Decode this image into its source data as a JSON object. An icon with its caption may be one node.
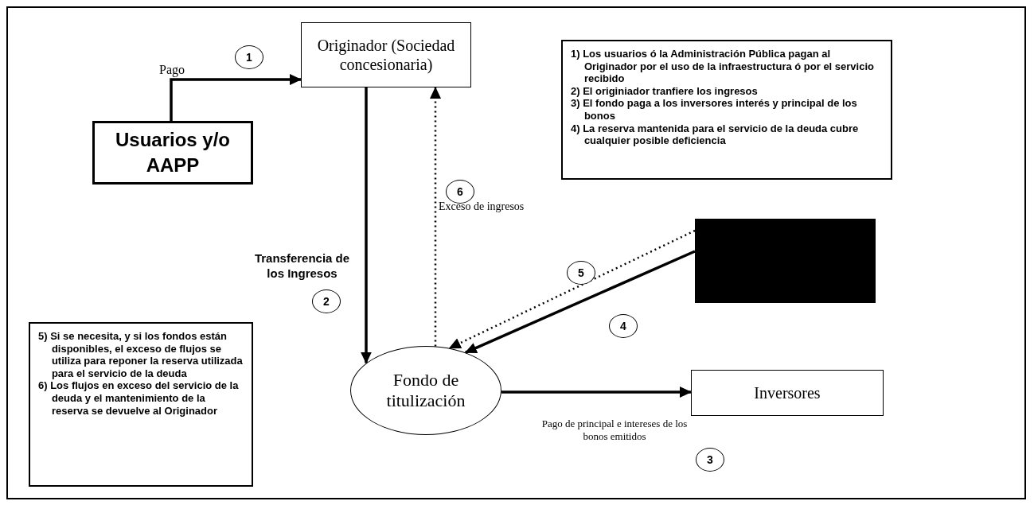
{
  "diagram": {
    "nodes": [
      {
        "text": [
          "Originador (Sociedad concesionaria)"
        ]
      },
      {
        "text": [
          "Usuarios y/o AAPP"
        ]
      },
      {
        "text": [
          "1) Los usuarios ó la Administración Pública pagan al Originador por el uso de la infraestructura ó por el servicio recibido",
          "2) El originiador tranfiere los ingresos",
          "3) El fondo paga a los inversores interés y principal de los bonos",
          "4) La reserva mantenida para el servicio de la deuda cubre cualquier posible deficiencia"
        ]
      },
      {
        "text": [],
        "shape": "box"
      },
      {
        "text": [
          "5) Si se necesita, y si los fondos están disponibles, el exceso de flujos se utiliza para reponer la reserva utilizada para el servicio de la deuda",
          "6) Los flujos en exceso del servicio de la deuda y el mantenimiento de la reserva se devuelve al Originador"
        ]
      },
      {
        "text": [
          "Fondo de titulización"
        ]
      },
      {
        "text": [
          "Inversores"
        ]
      }
    ],
    "edges": [
      {
        "from": 1,
        "to": 0,
        "arrow": "to",
        "label": "Pago"
      },
      {
        "from": 0,
        "to": 5,
        "arrow": "to",
        "label": "Transferencia de los Ingresos"
      },
      {
        "from": 5,
        "to": 0,
        "arrow": "to",
        "label": "Exceso de ingresos",
        "style": "dashed"
      },
      {
        "from": 3,
        "to": 5,
        "arrow": "to",
        "style": "dashed"
      },
      {
        "from": 3,
        "to": 5,
        "arrow": "to"
      },
      {
        "from": 5,
        "to": 6,
        "arrow": "to",
        "label": "Pago de principal e intereses de los bonos emitidos"
      }
    ],
    "labels": [
      "1",
      "6",
      "5",
      "2",
      "4",
      "3"
    ]
  }
}
